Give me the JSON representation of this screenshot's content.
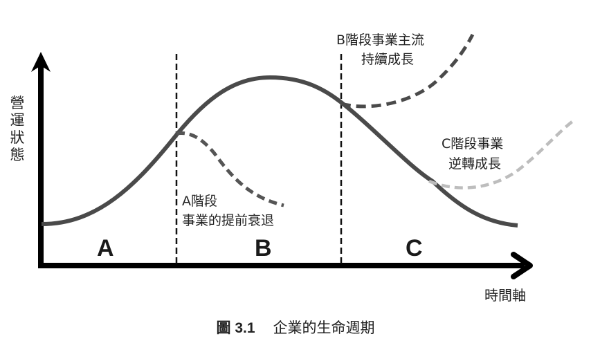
{
  "figure": {
    "caption_prefix": "圖 3.1",
    "caption_title": "企業的生命週期"
  },
  "axes": {
    "y_label": "營運狀態",
    "x_label": "時間軸"
  },
  "zones": {
    "a": "A",
    "b": "B",
    "c": "C"
  },
  "annotations": {
    "a_line1": "A階段",
    "a_line2": "事業的提前衰退",
    "b_line1": "B階段事業主流",
    "b_line2": "持續成長",
    "c_line1": "C階段事業",
    "c_line2": "逆轉成長"
  },
  "colors": {
    "axis": "#000000",
    "main_curve": "#4a4a4a",
    "branch_a": "#555555",
    "branch_b": "#4a4a4a",
    "branch_c": "#bdbdbd",
    "divider": "#111111",
    "text": "#222222"
  }
}
